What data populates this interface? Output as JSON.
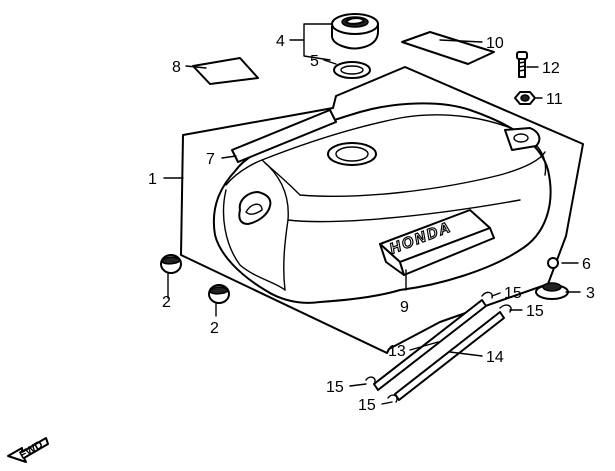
{
  "diagram": {
    "emblem_text": "HONDA",
    "fwd_label": "FWD",
    "callouts": {
      "c1": "1",
      "c2a": "2",
      "c2b": "2",
      "c3": "3",
      "c4": "4",
      "c5": "5",
      "c6": "6",
      "c7": "7",
      "c8": "8",
      "c9": "9",
      "c10": "10",
      "c11": "11",
      "c12": "12",
      "c13": "13",
      "c14": "14",
      "c15a": "15",
      "c15b": "15",
      "c15c": "15",
      "c15d": "15"
    }
  }
}
